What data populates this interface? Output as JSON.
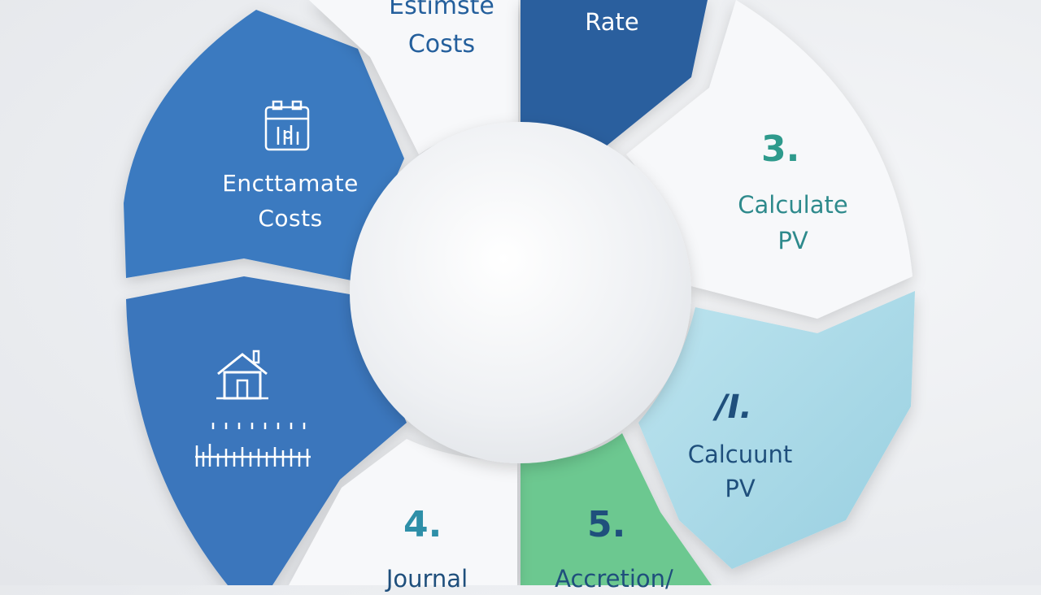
{
  "colors": {
    "blue": "#3a7ac0",
    "dark_blue": "#2a5e9e",
    "light_blue": "#a9d8e6",
    "green": "#6cc890",
    "white_segment": "#f7f8fa",
    "teal_text": "#2e9a8c",
    "navy_text": "#1f4f7c"
  },
  "segments": {
    "top_left": {
      "label": "Estimste\nCosts"
    },
    "top_right": {
      "label": "Rate"
    },
    "right": {
      "number": "3.",
      "label": "Calculate\nPV"
    },
    "lower_right": {
      "number": "/I.",
      "label": "Calcuunt\nPV"
    },
    "bottom_right": {
      "number": "5.",
      "label": "Accretion/"
    },
    "bottom_left": {
      "number": "4.",
      "label": "Journal"
    },
    "left_lower": {
      "icon": "house-icon"
    },
    "left_upper": {
      "icon": "calculator-icon",
      "label": "Encttamate\nCosts"
    }
  }
}
